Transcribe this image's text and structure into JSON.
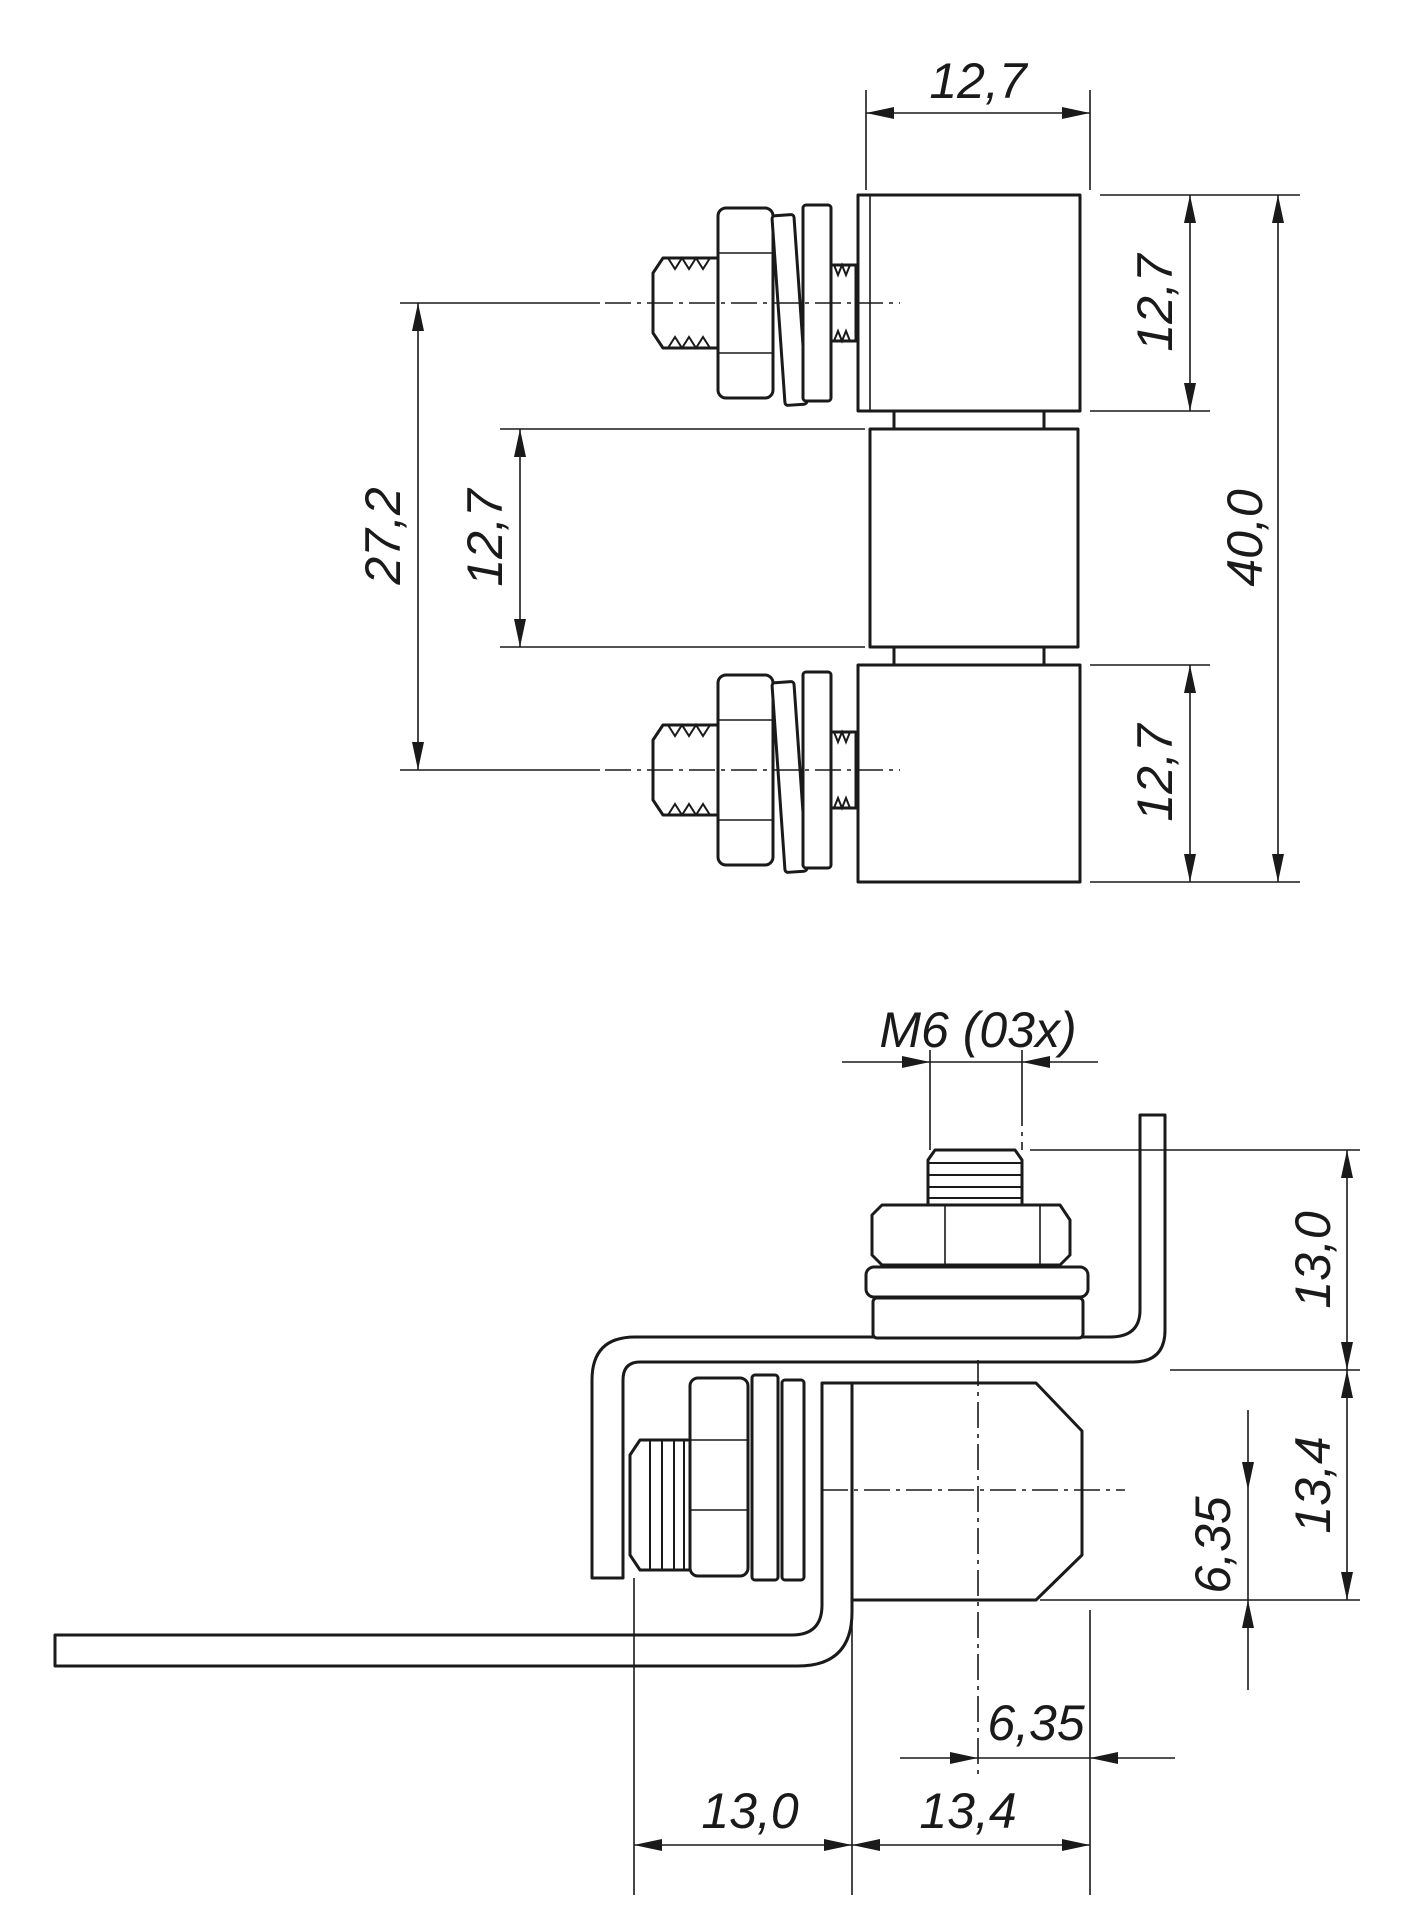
{
  "top_view": {
    "dims": {
      "width_top": "12,7",
      "knuckle_top": "12,7",
      "knuckle_bottom": "12,7",
      "middle_span": "12,7",
      "bolt_spacing": "27,2",
      "overall_height": "40,0"
    }
  },
  "side_view": {
    "dims": {
      "thread": "M6 (03x)",
      "stud_height": "13,0",
      "knuckle_height": "13,4",
      "axis_offset_v": "6,35",
      "axis_offset_h": "6,35",
      "plate_offset": "13,0",
      "knuckle_width": "13,4"
    }
  }
}
